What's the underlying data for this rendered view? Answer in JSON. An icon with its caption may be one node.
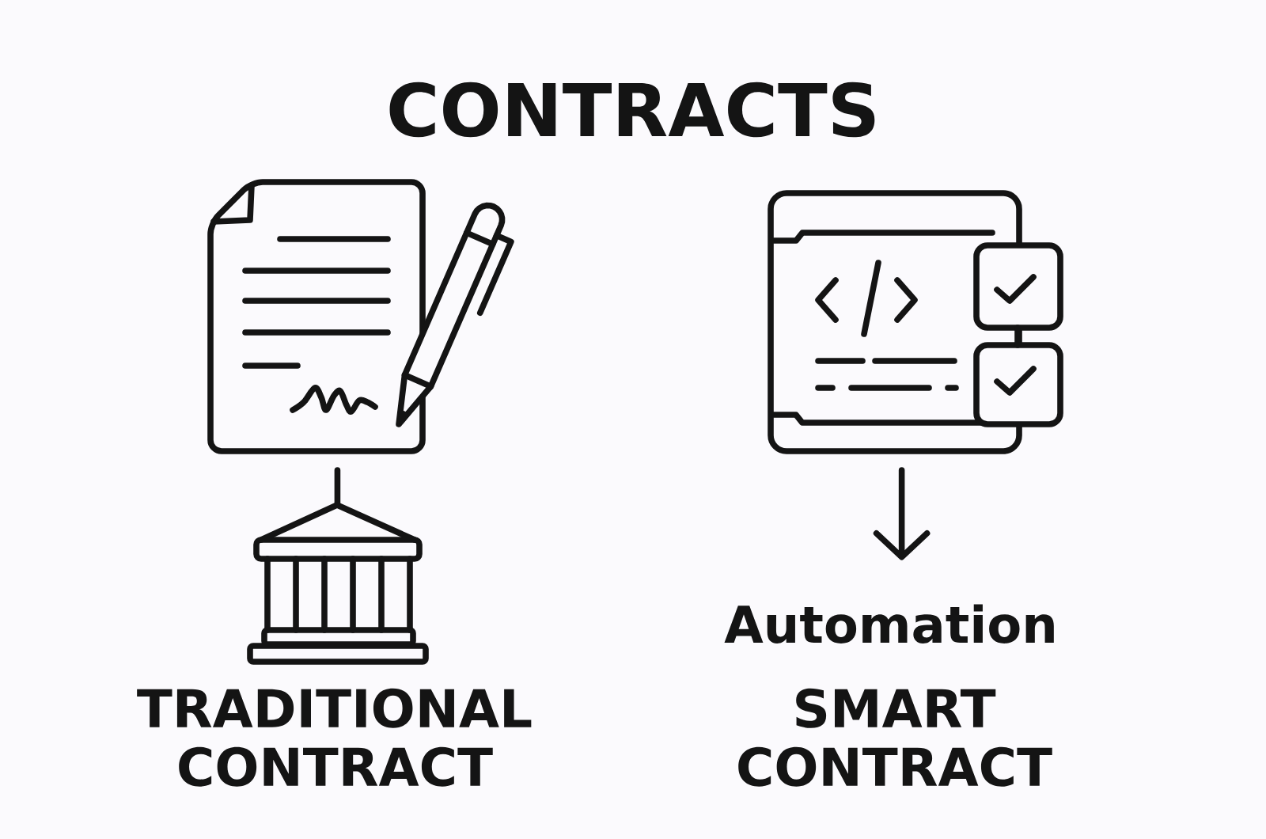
{
  "diagram": {
    "title": "CONTRACTS",
    "nodes": [
      {
        "text": [],
        "shape": "picture"
      },
      {
        "text": [],
        "shape": "picture"
      },
      {
        "text": [],
        "shape": "picture"
      },
      {
        "text": [
          "Automation"
        ]
      }
    ],
    "edges": [
      {
        "from": 0,
        "to": 1,
        "arrow": "none"
      },
      {
        "from": 2,
        "to": 3,
        "arrow": "to"
      }
    ],
    "labels": [
      "TRADITIONAL CONTRACT",
      "SMART CONTRACT"
    ]
  }
}
